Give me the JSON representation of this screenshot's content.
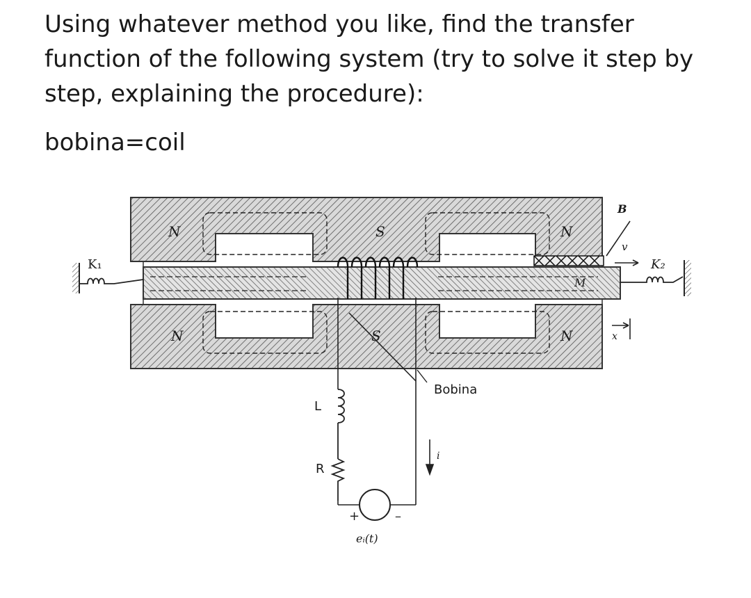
{
  "question": {
    "text": "Using whatever method you like, find the transfer function of the following system (try to solve it step by step, explaining the procedure):",
    "note": "bobina=coil"
  },
  "diagram": {
    "labels": {
      "pole_top_left": "N",
      "pole_top_center": "S",
      "pole_top_right": "N",
      "pole_bottom_left": "N",
      "pole_bottom_center": "S",
      "pole_bottom_right": "N",
      "spring_left": "K₁",
      "spring_right": "K₂",
      "damper": "B",
      "velocity": "v",
      "mass": "M",
      "displacement": "x",
      "coil": "Bobina",
      "inductor": "L",
      "resistor": "R",
      "current": "i",
      "source": "eᵢ(t)",
      "plus": "+",
      "minus": "–"
    }
  }
}
